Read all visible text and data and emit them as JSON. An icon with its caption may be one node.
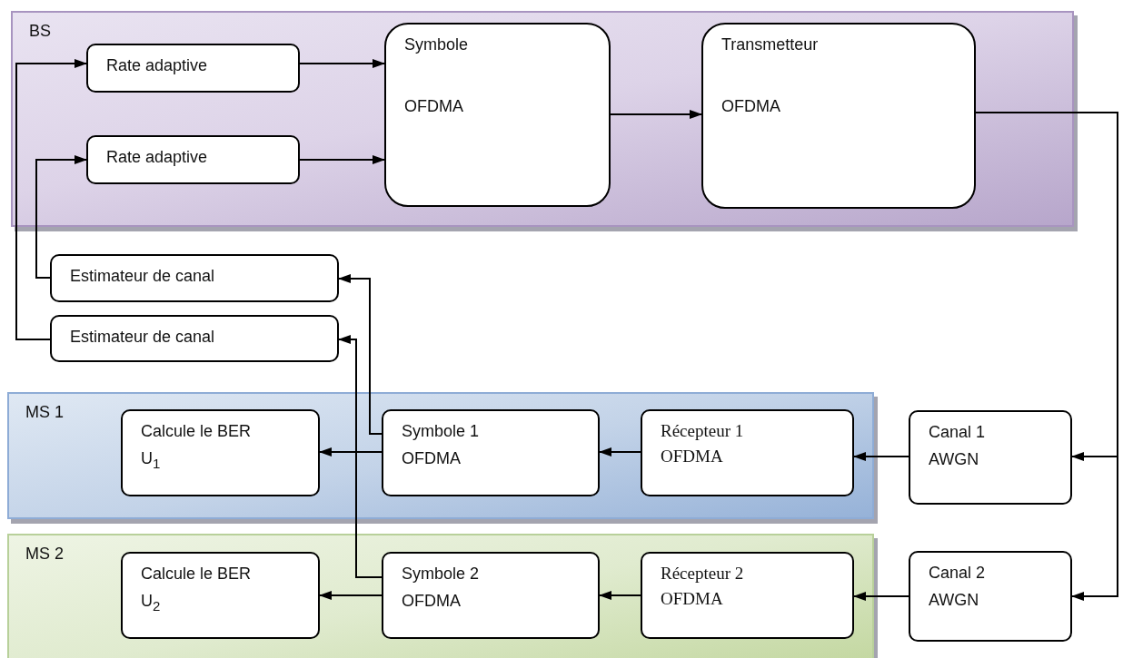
{
  "diagram": {
    "nodes": [
      {
        "text": [
          "BS"
        ]
      },
      {
        "text": [
          "Rate adaptive"
        ],
        "in": 0
      },
      {
        "text": [
          "Rate adaptive"
        ],
        "in": 0
      },
      {
        "text": [
          "Symbole",
          "OFDMA"
        ],
        "in": 0
      },
      {
        "text": [
          "Transmetteur",
          "OFDMA"
        ],
        "in": 0
      },
      {
        "text": [
          "Estimateur de canal"
        ]
      },
      {
        "text": [
          "Estimateur de canal"
        ]
      },
      {
        "text": [
          "MS 1"
        ]
      },
      {
        "text": [
          "Calcule le BER",
          "U$_{1}$"
        ],
        "in": 7
      },
      {
        "text": [
          "Symbole 1",
          "OFDMA"
        ],
        "in": 7
      },
      {
        "text": [
          "Récepteur 1",
          "OFDMA"
        ],
        "in": 7
      },
      {
        "text": [
          "Canal 1",
          "AWGN"
        ]
      },
      {
        "text": [
          "MS 2"
        ]
      },
      {
        "text": [
          "Calcule le BER",
          "U$_{2}$"
        ],
        "in": 12
      },
      {
        "text": [
          "Symbole 2",
          "OFDMA"
        ],
        "in": 12
      },
      {
        "text": [
          "Récepteur 2",
          "OFDMA"
        ],
        "in": 12
      },
      {
        "text": [
          "Canal 2",
          "AWGN"
        ]
      }
    ],
    "edges": [
      {
        "from": 1,
        "to": 3,
        "arrow": "to"
      },
      {
        "from": 2,
        "to": 3,
        "arrow": "to"
      },
      {
        "from": 3,
        "to": 4,
        "arrow": "to"
      },
      {
        "from": 4,
        "to": 11,
        "arrow": "to"
      },
      {
        "from": 4,
        "to": 16,
        "arrow": "to"
      },
      {
        "from": 11,
        "to": 10,
        "arrow": "to"
      },
      {
        "from": 10,
        "to": 9,
        "arrow": "to"
      },
      {
        "from": 9,
        "to": 8,
        "arrow": "to"
      },
      {
        "from": 16,
        "to": 15,
        "arrow": "to"
      },
      {
        "from": 15,
        "to": 14,
        "arrow": "to"
      },
      {
        "from": 14,
        "to": 13,
        "arrow": "to"
      },
      {
        "from": 9,
        "to": 5,
        "arrow": "to"
      },
      {
        "from": 14,
        "to": 6,
        "arrow": "to"
      },
      {
        "from": 5,
        "to": 2,
        "arrow": "to"
      },
      {
        "from": 6,
        "to": 1,
        "arrow": "to"
      }
    ]
  }
}
